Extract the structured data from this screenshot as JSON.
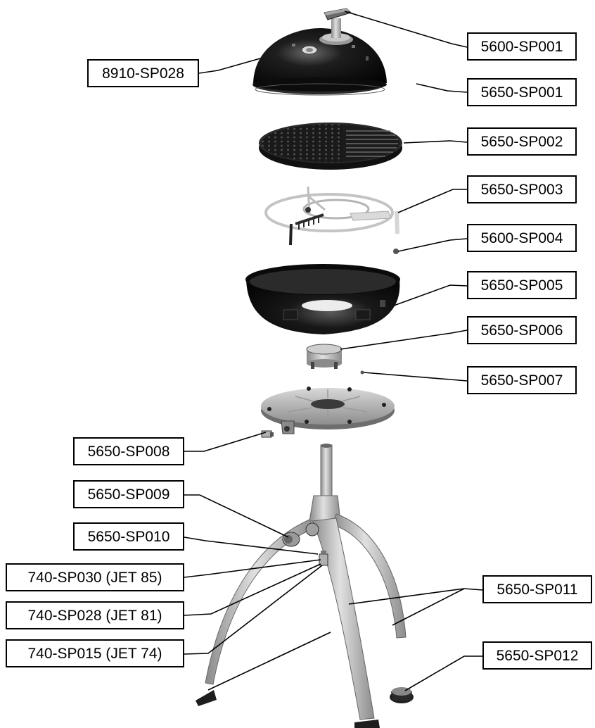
{
  "colors": {
    "ink": "#000000",
    "paper": "#ffffff",
    "dark_part": "#111111",
    "metal": "#b8b8b8",
    "light_metal": "#d4d4d4"
  },
  "parts": [
    {
      "id": "p1",
      "label": "5600-SP001",
      "part": "lid handle"
    },
    {
      "id": "p2",
      "label": "8910-SP028",
      "part": "lid vent"
    },
    {
      "id": "p3",
      "label": "5650-SP001",
      "part": "dome lid"
    },
    {
      "id": "p4",
      "label": "5650-SP002",
      "part": "grill plate"
    },
    {
      "id": "p5",
      "label": "5650-SP003",
      "part": "burner ring"
    },
    {
      "id": "p6",
      "label": "5600-SP004",
      "part": "burner nut"
    },
    {
      "id": "p7",
      "label": "5650-SP005",
      "part": "fire bowl"
    },
    {
      "id": "p8",
      "label": "5650-SP006",
      "part": "burner cup"
    },
    {
      "id": "p9",
      "label": "5650-SP007",
      "part": "small screw"
    },
    {
      "id": "p10",
      "label": "5650-SP008",
      "part": "gas connector"
    },
    {
      "id": "p11",
      "label": "5650-SP009",
      "part": "control knob"
    },
    {
      "id": "p12",
      "label": "5650-SP010",
      "part": "valve"
    },
    {
      "id": "p13",
      "label": "740-SP030 (JET 85)",
      "part": "jet 85"
    },
    {
      "id": "p14",
      "label": "740-SP028 (JET 81)",
      "part": "jet 81"
    },
    {
      "id": "p15",
      "label": "740-SP015 (JET 74)",
      "part": "jet 74"
    },
    {
      "id": "p16",
      "label": "5650-SP011",
      "part": "leg"
    },
    {
      "id": "p17",
      "label": "5650-SP012",
      "part": "foot"
    }
  ]
}
